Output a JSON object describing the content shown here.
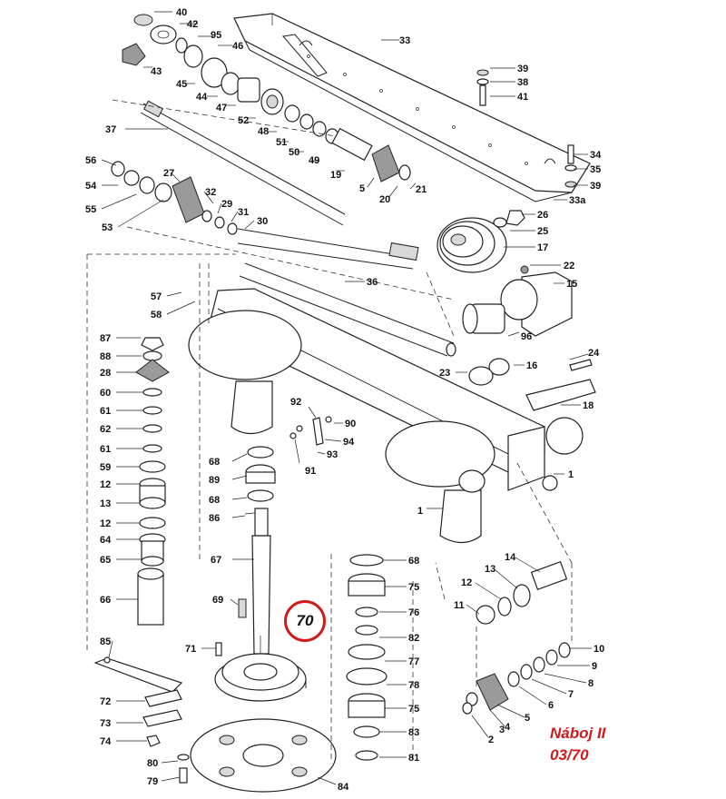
{
  "caption": {
    "line1": "Náboj II",
    "line2": "03/70"
  },
  "highlight": {
    "label": "70",
    "color": "#d01c1c"
  },
  "part_labels": {
    "p40": "40",
    "p42": "42",
    "p95": "95",
    "p46": "46",
    "p43": "43",
    "p45": "45",
    "p44": "44",
    "p47": "47",
    "p52": "52",
    "p48": "48",
    "p51": "51",
    "p50": "50",
    "p49": "49",
    "p19": "19",
    "p33": "33",
    "p39a": "39",
    "p38": "38",
    "p41": "41",
    "p37": "37",
    "p34": "34",
    "p35": "35",
    "p39b": "39",
    "p33a": "33a",
    "p5": "5",
    "p20": "20",
    "p21": "21",
    "p56": "56",
    "p54": "54",
    "p55": "55",
    "p53": "53",
    "p27": "27",
    "p32": "32",
    "p29": "29",
    "p31": "31",
    "p30": "30",
    "p26": "26",
    "p25": "25",
    "p17": "17",
    "p22": "22",
    "p15": "15",
    "p36": "36",
    "p57": "57",
    "p58": "58",
    "p96": "96",
    "p24": "24",
    "p16": "16",
    "p23": "23",
    "p18": "18",
    "p87": "87",
    "p88": "88",
    "p28": "28",
    "p60": "60",
    "p61a": "61",
    "p62": "62",
    "p61b": "61",
    "p59": "59",
    "p12a": "12",
    "p13a": "13",
    "p12b": "12",
    "p64": "64",
    "p65": "65",
    "p66": "66",
    "p92": "92",
    "p90": "90",
    "p94": "94",
    "p93": "93",
    "p91": "91",
    "p68a": "68",
    "p89": "89",
    "p68b": "68",
    "p86": "86",
    "p1a": "1",
    "p1b": "1",
    "p67": "67",
    "p69": "69",
    "p71": "71",
    "p68c": "68",
    "p75a": "75",
    "p76": "76",
    "p82": "82",
    "p77": "77",
    "p78": "78",
    "p75b": "75",
    "p83": "83",
    "p81": "81",
    "p14": "14",
    "p13b": "13",
    "p12c": "12",
    "p11": "11",
    "p10": "10",
    "p9": "9",
    "p8": "8",
    "p7": "7",
    "p6": "6",
    "p5b": "5",
    "p4": "4",
    "p3": "3",
    "p2": "2",
    "p85": "85",
    "p72": "72",
    "p73": "73",
    "p74": "74",
    "p80": "80",
    "p79": "79",
    "p84": "84"
  },
  "icons": {
    "caption_color": "#d01c1c"
  }
}
